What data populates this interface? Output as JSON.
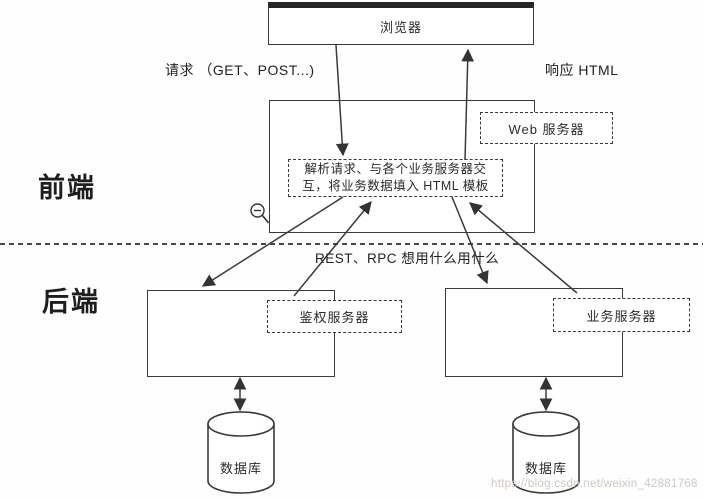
{
  "sections": {
    "frontend": "前端",
    "backend": "后端"
  },
  "nodes": {
    "browser": {
      "label": "浏览器"
    },
    "web_server": {
      "label": "Web 服务器"
    },
    "parser": {
      "line1": "解析请求、与各个业务服务器交",
      "line2": "互，将业务数据填入 HTML 模板"
    },
    "auth_server": {
      "label": "鉴权服务器"
    },
    "business_server": {
      "label": "业务服务器"
    },
    "db_left": {
      "label": "数据库"
    },
    "db_right": {
      "label": "数据库"
    }
  },
  "edge_labels": {
    "request": "请求 （GET、POST...)",
    "response": "响应 HTML",
    "rest_rpc": "REST、RPC 想用什么用什么"
  },
  "icons": {
    "zoom_out_cursor": "magnifier-with-minus"
  },
  "colors": {
    "line": "#3a3a3a",
    "box_border": "#3a3a3a",
    "watermark_text": "#cdc9c5"
  },
  "watermark": "https://blog.csdn.net/weixin_42881768"
}
